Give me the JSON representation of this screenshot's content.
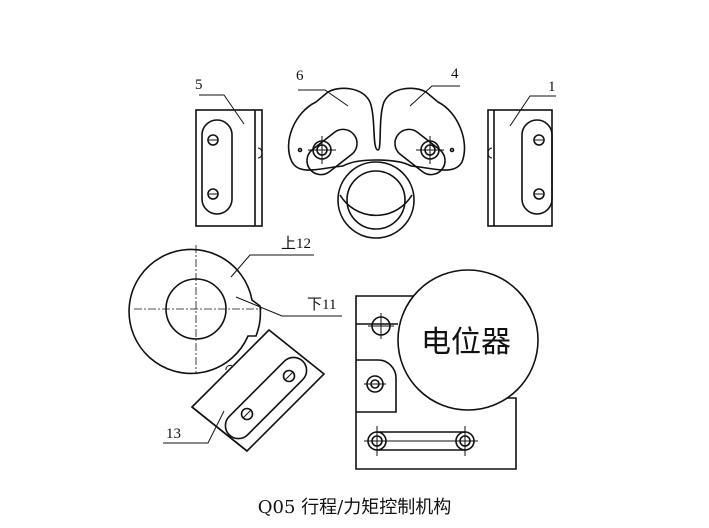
{
  "labels": {
    "part_1": "1",
    "part_4": "4",
    "part_5": "5",
    "part_6": "6",
    "part_13": "13",
    "upper_12": "上12",
    "lower_11": "下11",
    "potentiometer": "电位器"
  },
  "caption": "Q05 行程/力矩控制机构"
}
